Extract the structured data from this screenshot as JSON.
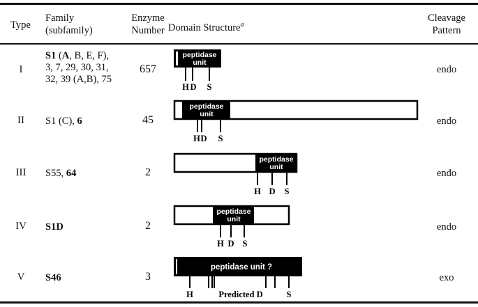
{
  "table": {
    "headers": {
      "type": "Type",
      "family": "Family\n(subfamily)",
      "enzyme": "Enzyme\nNumber",
      "domain": "Domain Structure",
      "domain_sup": "a",
      "cleavage": "Cleavage\nPattern"
    },
    "rows": [
      {
        "type": "I",
        "family_parts": [
          {
            "t": "S1",
            "b": true
          },
          {
            "t": " (",
            "b": false
          },
          {
            "t": "A",
            "b": true
          },
          {
            "t": ", B, E, F),\n3, 7, 29, 30, 31,\n32, 39 (A,B), 75",
            "b": false
          }
        ],
        "enzyme_number": "657",
        "domain_label": "peptidase\nunit",
        "residues": [
          "H",
          "D",
          "S"
        ],
        "cleavage": "endo"
      },
      {
        "type": "II",
        "family_parts": [
          {
            "t": "S1 (C), ",
            "b": false
          },
          {
            "t": "6",
            "b": true
          }
        ],
        "enzyme_number": "45",
        "domain_label": "peptidase\nunit",
        "residues": [
          "H",
          "D",
          "S"
        ],
        "cleavage": "endo"
      },
      {
        "type": "III",
        "family_parts": [
          {
            "t": "S55, ",
            "b": false
          },
          {
            "t": "64",
            "b": true
          }
        ],
        "enzyme_number": "2",
        "domain_label": "peptidase\nunit",
        "residues": [
          "H",
          "D",
          "S"
        ],
        "cleavage": "endo"
      },
      {
        "type": "IV",
        "family_parts": [
          {
            "t": "S1D",
            "b": true
          }
        ],
        "enzyme_number": "2",
        "domain_label": "peptidase\nunit",
        "residues": [
          "H",
          "D",
          "S"
        ],
        "cleavage": "endo"
      },
      {
        "type": "V",
        "family_parts": [
          {
            "t": "S46",
            "b": true
          }
        ],
        "enzyme_number": "3",
        "domain_label": "peptidase unit ?",
        "residues": [
          "H",
          "Predicted D",
          "S"
        ],
        "cleavage": "exo"
      }
    ]
  }
}
